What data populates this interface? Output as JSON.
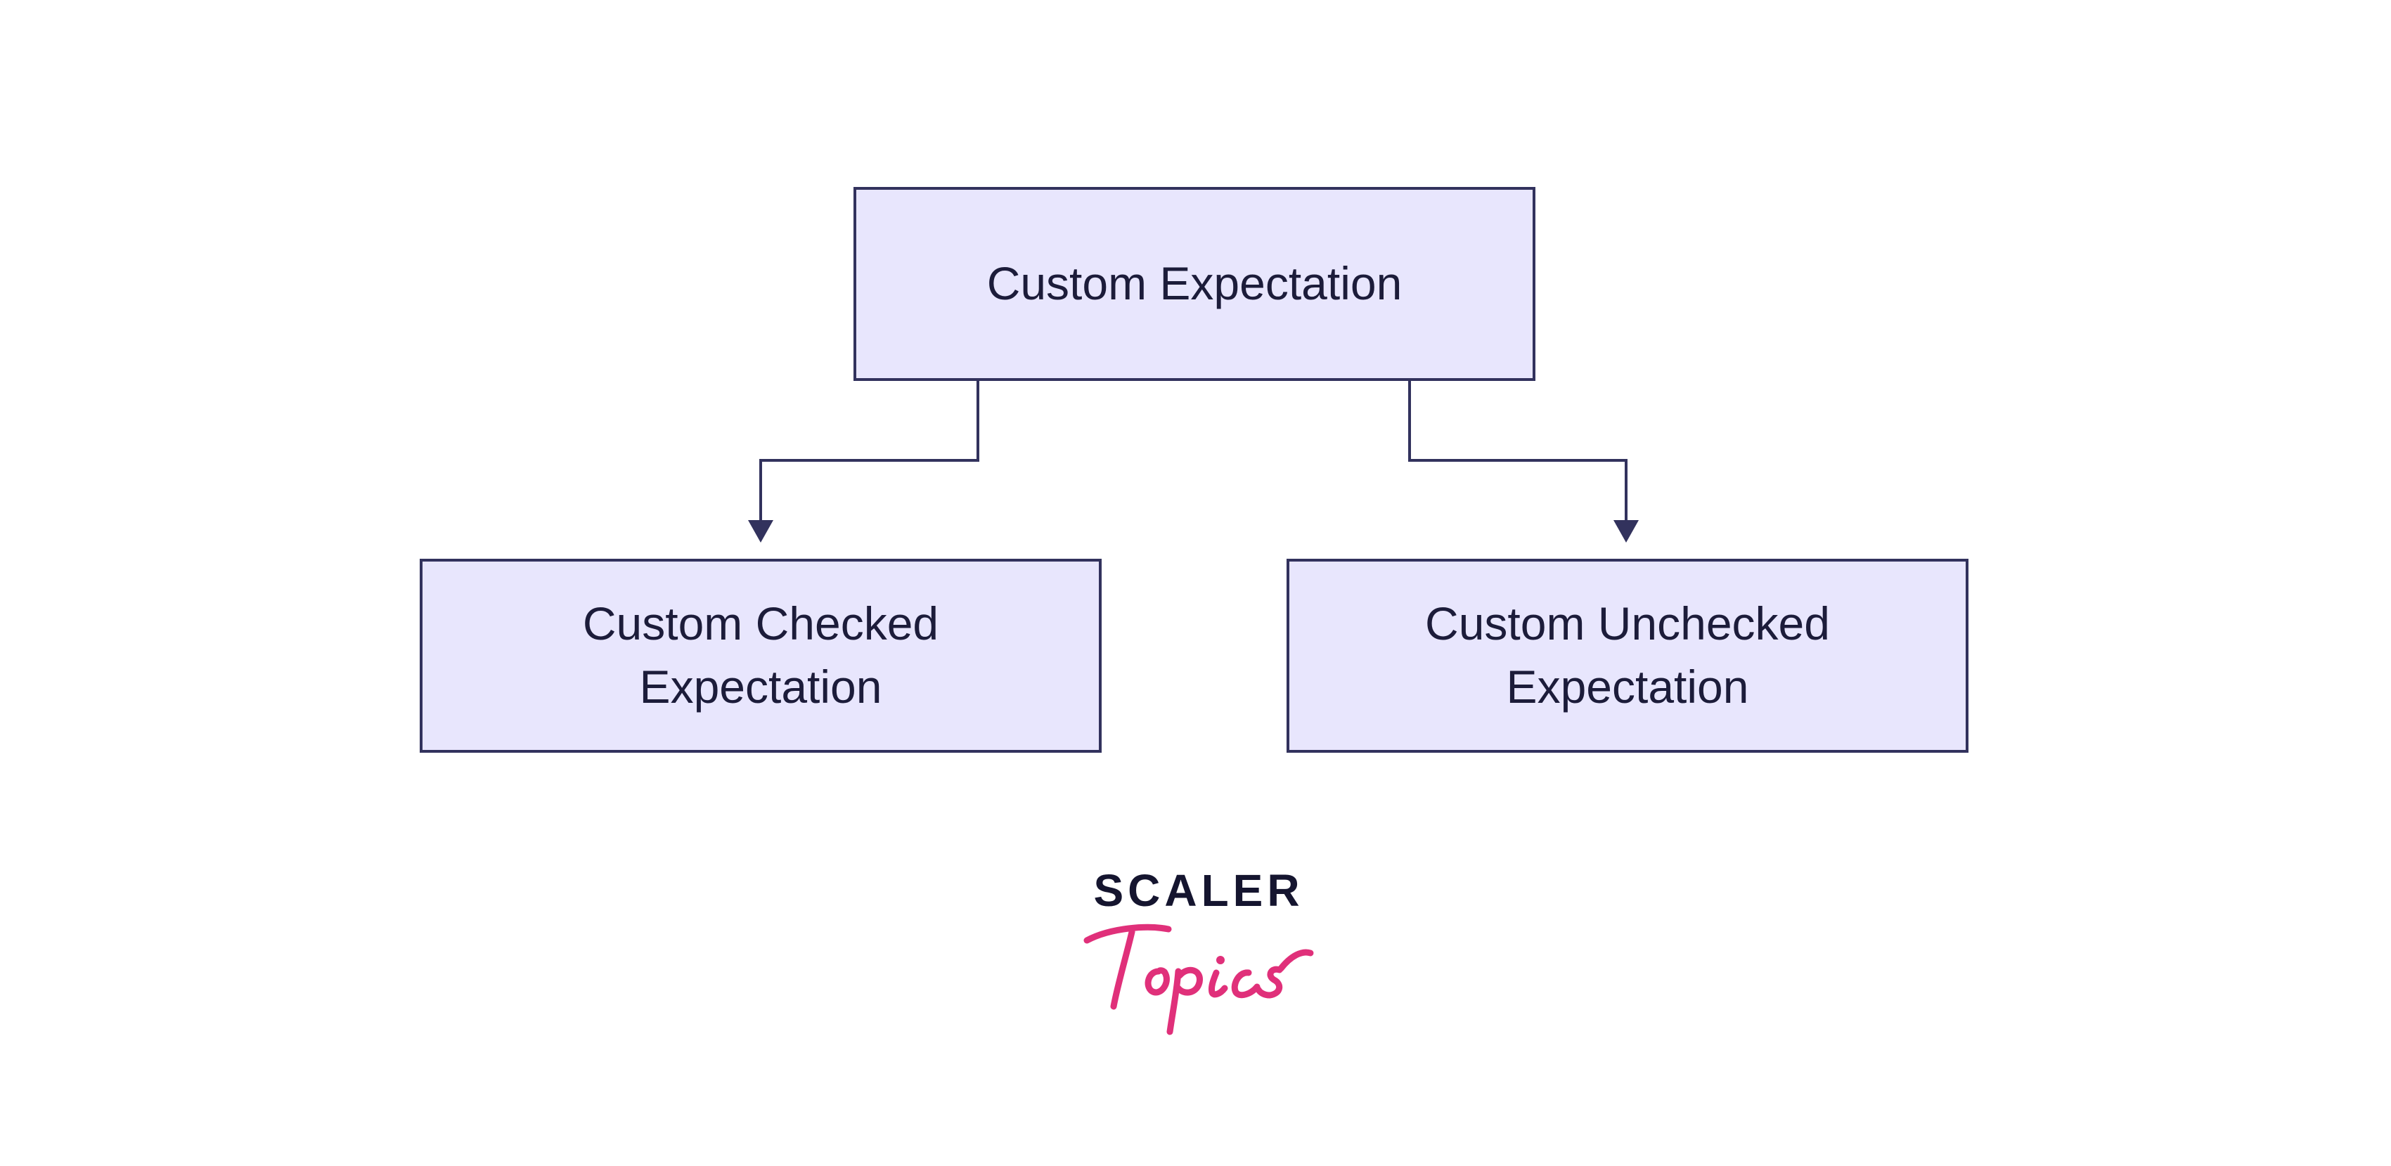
{
  "diagram": {
    "root": {
      "label": "Custom Expectation"
    },
    "children": [
      {
        "label": "Custom Checked\nExpectation"
      },
      {
        "label": "Custom Unchecked\nExpectation"
      }
    ]
  },
  "logo": {
    "wordmark": "SCALER",
    "script": "Topics",
    "colors": {
      "wordmark": "#15152f",
      "script": "#e0307a"
    }
  },
  "colors": {
    "node_fill": "#e8e6fd",
    "node_border": "#32325d",
    "connector": "#32325d",
    "text": "#1c1c3a"
  }
}
